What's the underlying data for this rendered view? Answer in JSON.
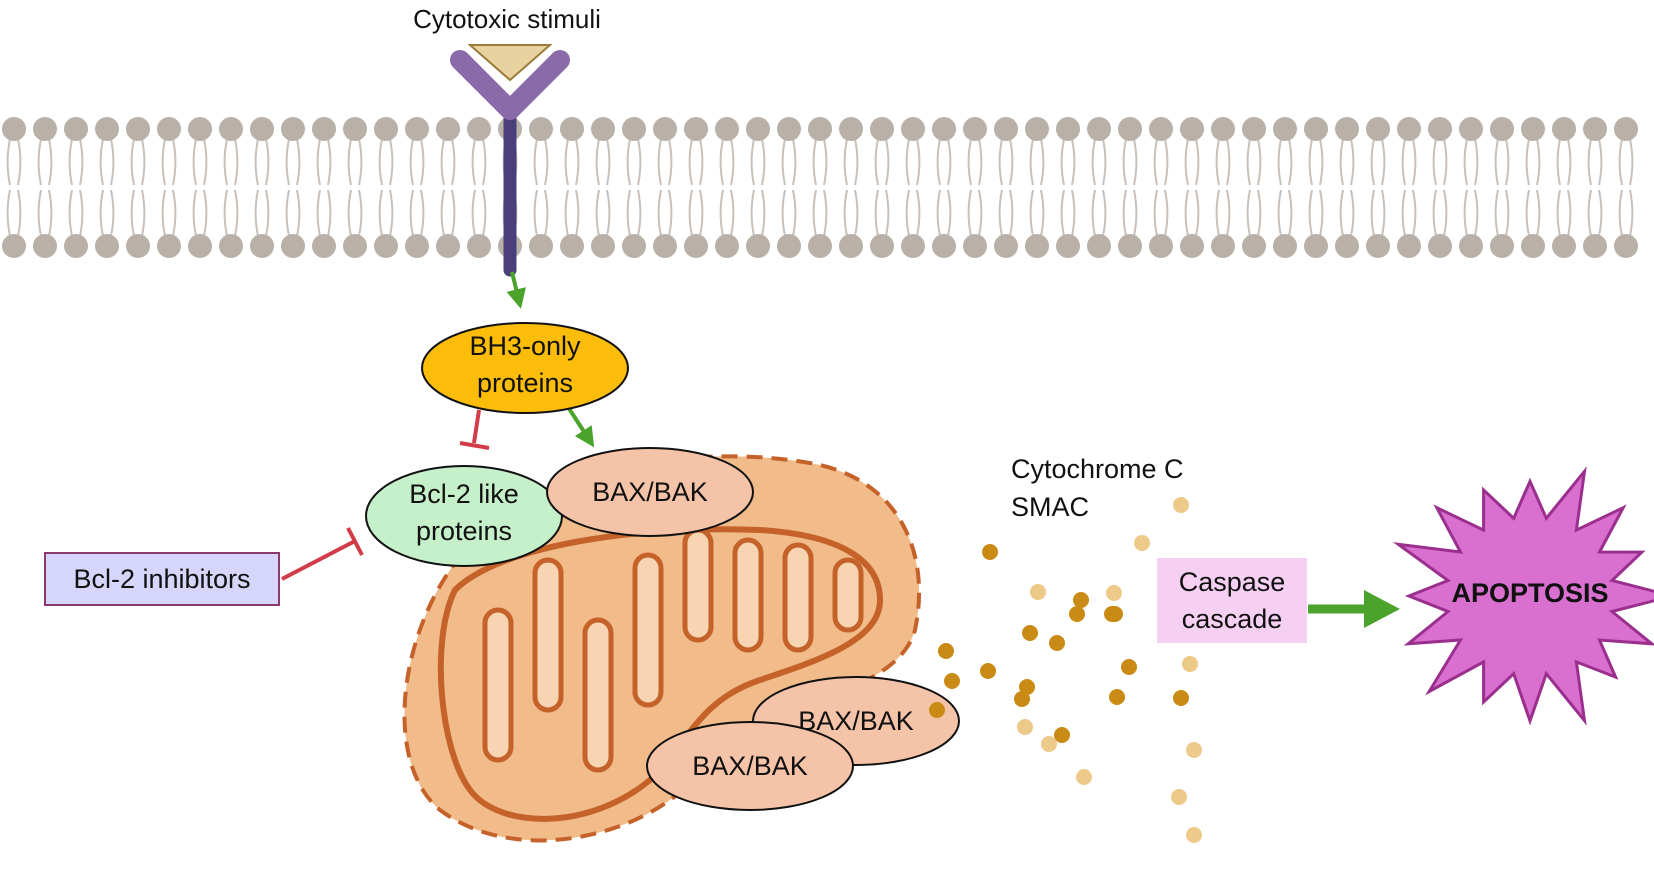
{
  "labels": {
    "stimulus": "Cytotoxic stimuli",
    "bh3_line1": "BH3-only",
    "bh3_line2": "proteins",
    "bcl2like_line1": "Bcl-2 like",
    "bcl2like_line2": "proteins",
    "bax_top": "BAX/BAK",
    "bax_mid": "BAX/BAK",
    "bax_low": "BAX/BAK",
    "inhibitors": "Bcl-2 inhibitors",
    "cyto_line1": "Cytochrome C",
    "cyto_line2": "SMAC",
    "caspase_line1": "Caspase",
    "caspase_line2": "cascade",
    "apoptosis": "APOPTOSIS"
  },
  "colors": {
    "membrane_head": "#b9b0a8",
    "membrane_tail": "#c9c1b9",
    "receptor": "#8a6aa8",
    "receptor_stem": "#4a3f7c",
    "ligand": "#e8d2a0",
    "activation_arrow": "#4ba32c",
    "inhibition": "#d23b48",
    "bh3_fill": "#fbbd09",
    "bcl2like_fill": "#c6f0c9",
    "bax_fill": "#f5c4a8",
    "mito_fill": "#f1bb8a",
    "mito_stroke": "#c4622a",
    "inhibitors_fill": "#d6d6fb",
    "inhibitors_stroke": "#8a3a6c",
    "caspase_fill": "#f6d0f2",
    "apoptosis_fill": "#d96fcf",
    "apoptosis_stroke": "#9a2f8e",
    "particle_dark": "#c98a16",
    "particle_light": "#edc98a"
  },
  "icons": {
    "receptor": "y-shaped-receptor-icon",
    "ligand": "triangle-ligand-icon",
    "membrane": "lipid-bilayer",
    "mitochondrion": "mitochondrion-icon",
    "apoptosis": "starburst-icon"
  }
}
